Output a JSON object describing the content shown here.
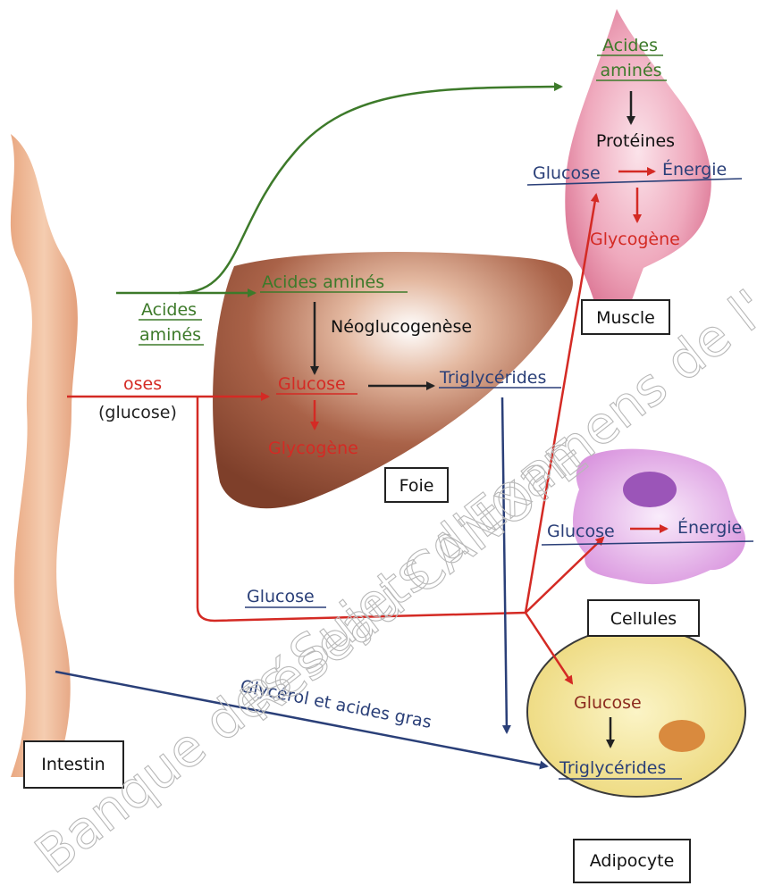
{
  "organs": {
    "intestin": "Intestin",
    "foie": "Foie",
    "muscle": "Muscle",
    "cellules": "Cellules",
    "adipocyte": "Adipocyte"
  },
  "intestine_outputs": {
    "acides_amines_line1": "Acides",
    "acides_amines_line2": "aminés",
    "oses": "oses",
    "glucose_paren": "(glucose)",
    "glucose": "Glucose",
    "glycerol": "Glycérol et acides gras"
  },
  "liver": {
    "acides_amines": "Acides aminés",
    "neoglucogenese": "Néoglucogenèse",
    "glucose": "Glucose",
    "glycogene": "Glycogène",
    "triglycerides": "Triglycérides"
  },
  "muscle": {
    "acides_line1": "Acides",
    "acides_line2": "aminés",
    "proteines": "Protéines",
    "glucose": "Glucose",
    "energie": "Énergie",
    "glycogene": "Glycogène"
  },
  "cell": {
    "glucose": "Glucose",
    "energie": "Énergie"
  },
  "adipocyte": {
    "glucose": "Glucose",
    "triglycerides": "Triglycérides"
  },
  "watermark": {
    "line1": "Banque des Sujets d'Examens de l'enseignement",
    "line2": "Réseau CANOPE"
  },
  "colors": {
    "green": "#3d7a2a",
    "red": "#d42a24",
    "blue": "#2a3f78",
    "dark": "#222222",
    "liver": "#8c4a33",
    "intestine": "#efbf9c",
    "muscle": "#e58aa3",
    "cell": "#e3a6e6",
    "adipocyte": "#f0e28f"
  }
}
